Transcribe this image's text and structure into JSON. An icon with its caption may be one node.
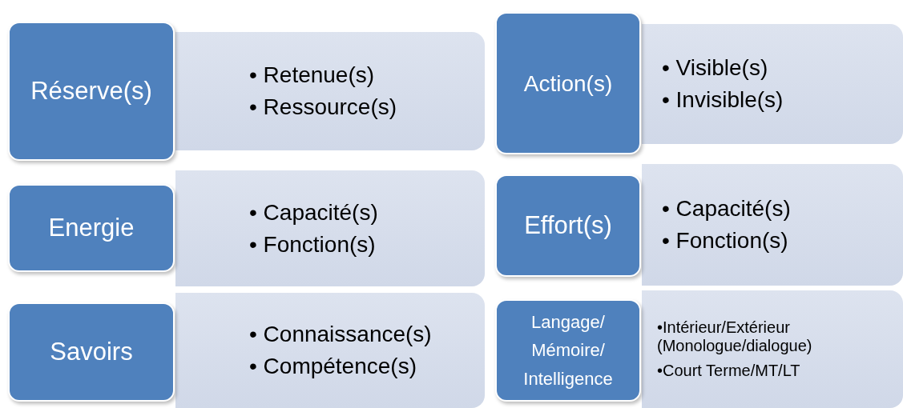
{
  "diagram": {
    "nodes": [
      {
        "text": [
          "Réserve(s)"
        ]
      },
      {
        "text": [
          "• Retenue(s)",
          "• Ressource(s)"
        ]
      },
      {
        "text": [
          "Action(s)"
        ]
      },
      {
        "text": [
          "• Visible(s)",
          "• Invisible(s)"
        ]
      },
      {
        "text": [
          "Energie"
        ]
      },
      {
        "text": [
          "• Capacité(s)",
          "• Fonction(s)"
        ]
      },
      {
        "text": [
          "Effort(s)"
        ]
      },
      {
        "text": [
          "• Capacité(s)",
          "• Fonction(s)"
        ]
      },
      {
        "text": [
          "Savoirs"
        ]
      },
      {
        "text": [
          "• Connaissance(s)",
          "• Compétence(s)"
        ]
      },
      {
        "text": [
          "Langage/ Mémoire/ Intelligence"
        ]
      },
      {
        "text": [
          "•Intérieur/Extérieur (Monologue/dialogue)",
          "•Court Terme/MT/LT"
        ]
      }
    ]
  }
}
